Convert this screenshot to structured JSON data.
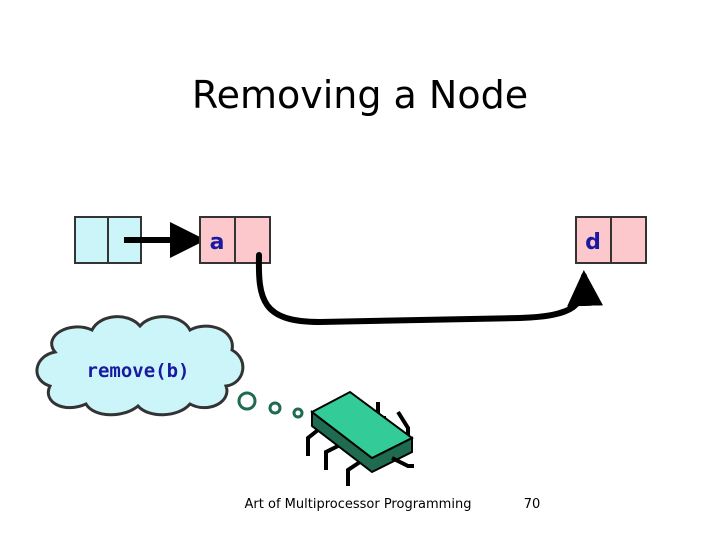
{
  "slide": {
    "title": "Removing a Node",
    "footer_text": "Art of Multiprocessor Programming",
    "page_number": "70"
  },
  "nodes": {
    "head": {
      "label": "",
      "color": "#ccf5f9"
    },
    "a": {
      "label": "a",
      "color": "#fcc8cc"
    },
    "d": {
      "label": "d",
      "color": "#fcc8cc"
    }
  },
  "thought": {
    "text": "remove(b)",
    "fill": "#ccf5f9"
  },
  "colors": {
    "stroke": "#333333",
    "label": "#1a1aa0",
    "thread_green": "#33cc99",
    "thread_dark": "#1f6b4f"
  },
  "icons": {
    "thread": "thread-bug-icon",
    "arrow": "pointer-arrow"
  }
}
